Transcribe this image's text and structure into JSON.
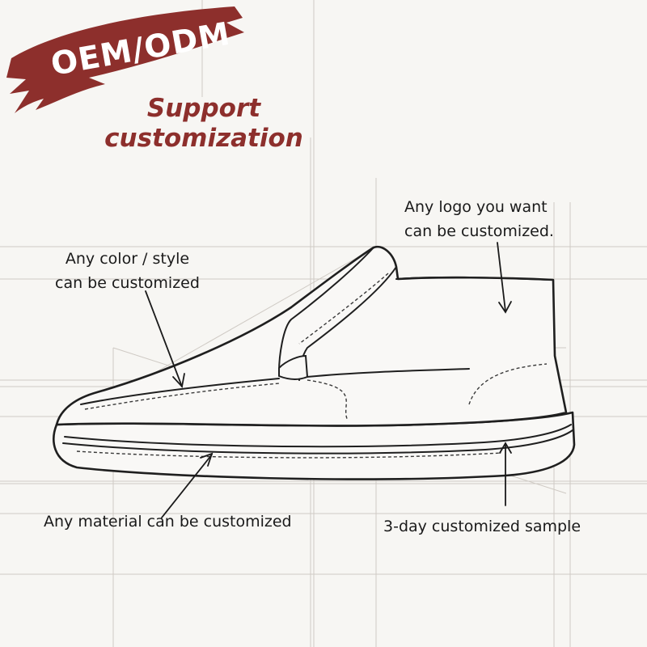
{
  "banner": {
    "label": "OEM/ODM",
    "tagline_line1": "Support",
    "tagline_line2": "customization",
    "color": "#8d2f2c"
  },
  "annotations": {
    "color_style_line1": "Any color / style",
    "color_style_line2": "can be customized",
    "logo_line1": "Any logo you want",
    "logo_line2": "can be customized.",
    "material": "Any material can be customized",
    "sample": "3-day customized sample"
  },
  "illustration": {
    "subject": "sketch of a high-top slip-on shoe"
  }
}
